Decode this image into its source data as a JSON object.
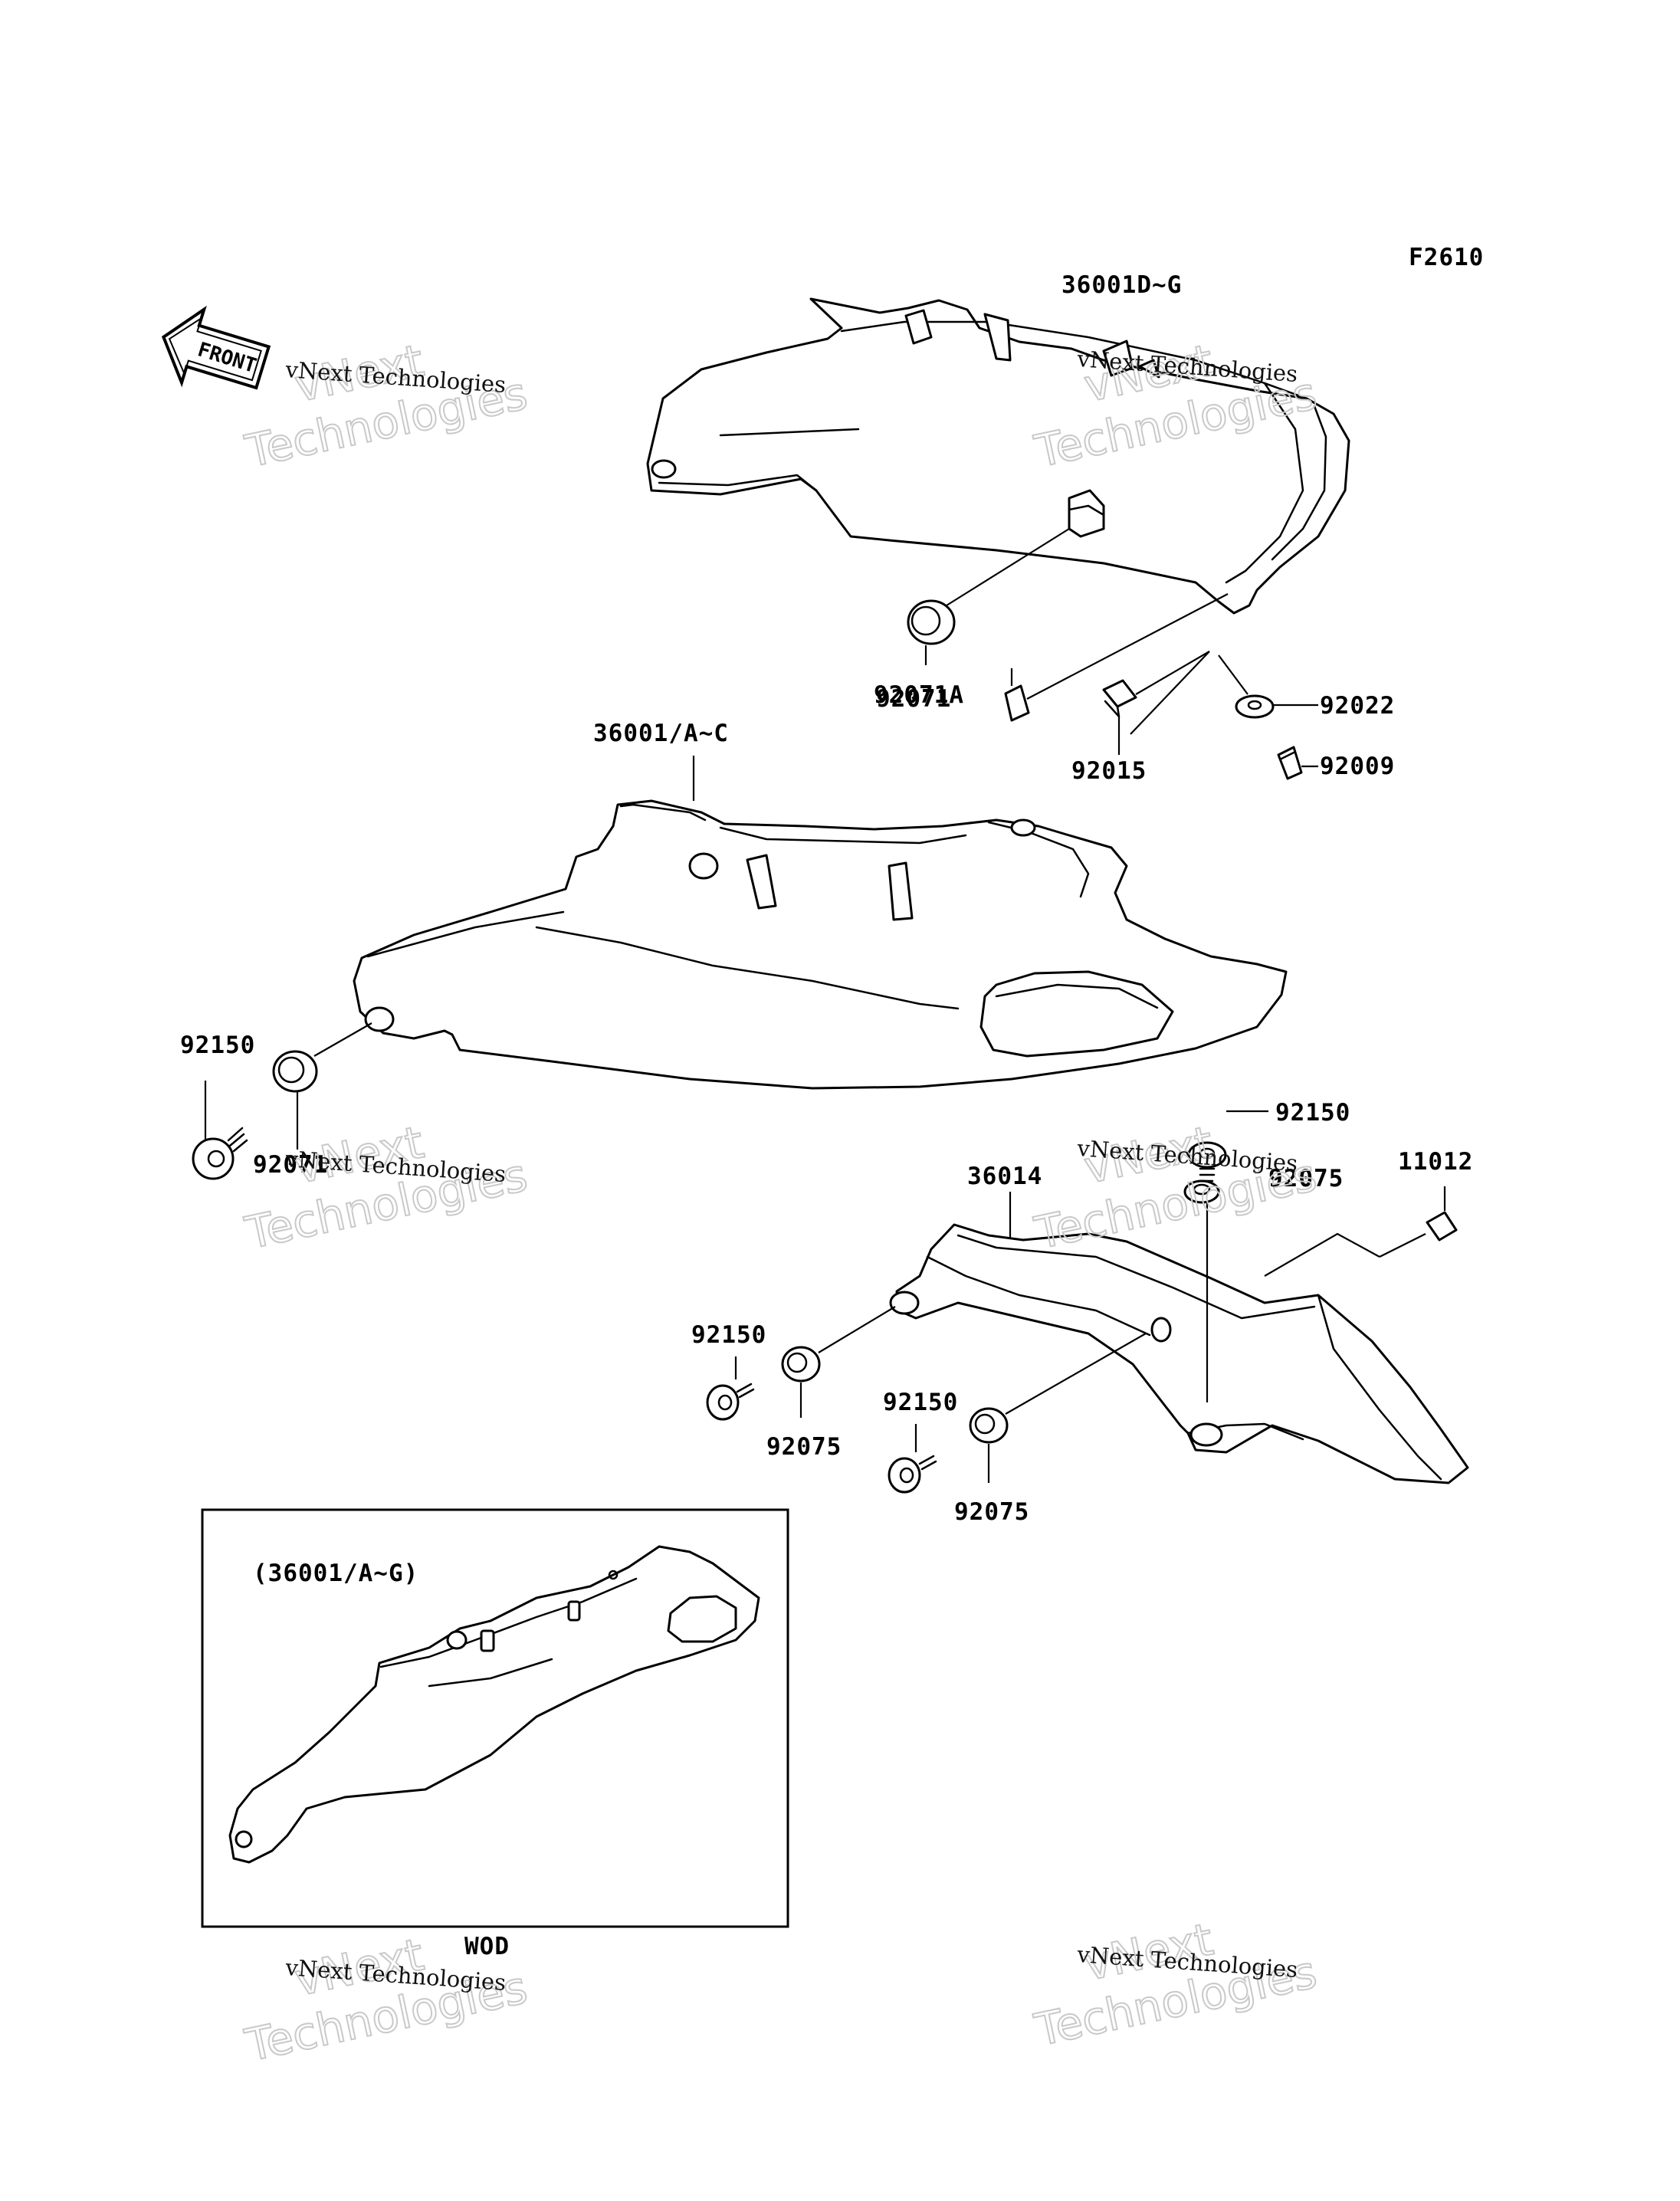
{
  "figure_code": "F2610",
  "front_arrow_label": "FRONT",
  "callouts": {
    "cover_upper": "36001D~G",
    "grommet_upper": "92071",
    "clip_upper": "92071A",
    "nut_clip": "92015",
    "washer": "92022",
    "bolt_upper": "92009",
    "cover_main": "36001/A~C",
    "bolt_left": "92150",
    "grommet_left": "92071",
    "bolt_right_top": "92150",
    "grommet_right_top": "92075",
    "collar": "11012",
    "guard": "36014",
    "bolt_mid": "92150",
    "grommet_mid": "92075",
    "bolt_low": "92150",
    "grommet_low": "92075"
  },
  "inset": {
    "caption": "(36001/A~G)",
    "footer": "WOD"
  },
  "watermark": {
    "brand": "vNext",
    "line": "vNext Technologies",
    "word": "Technologies"
  }
}
